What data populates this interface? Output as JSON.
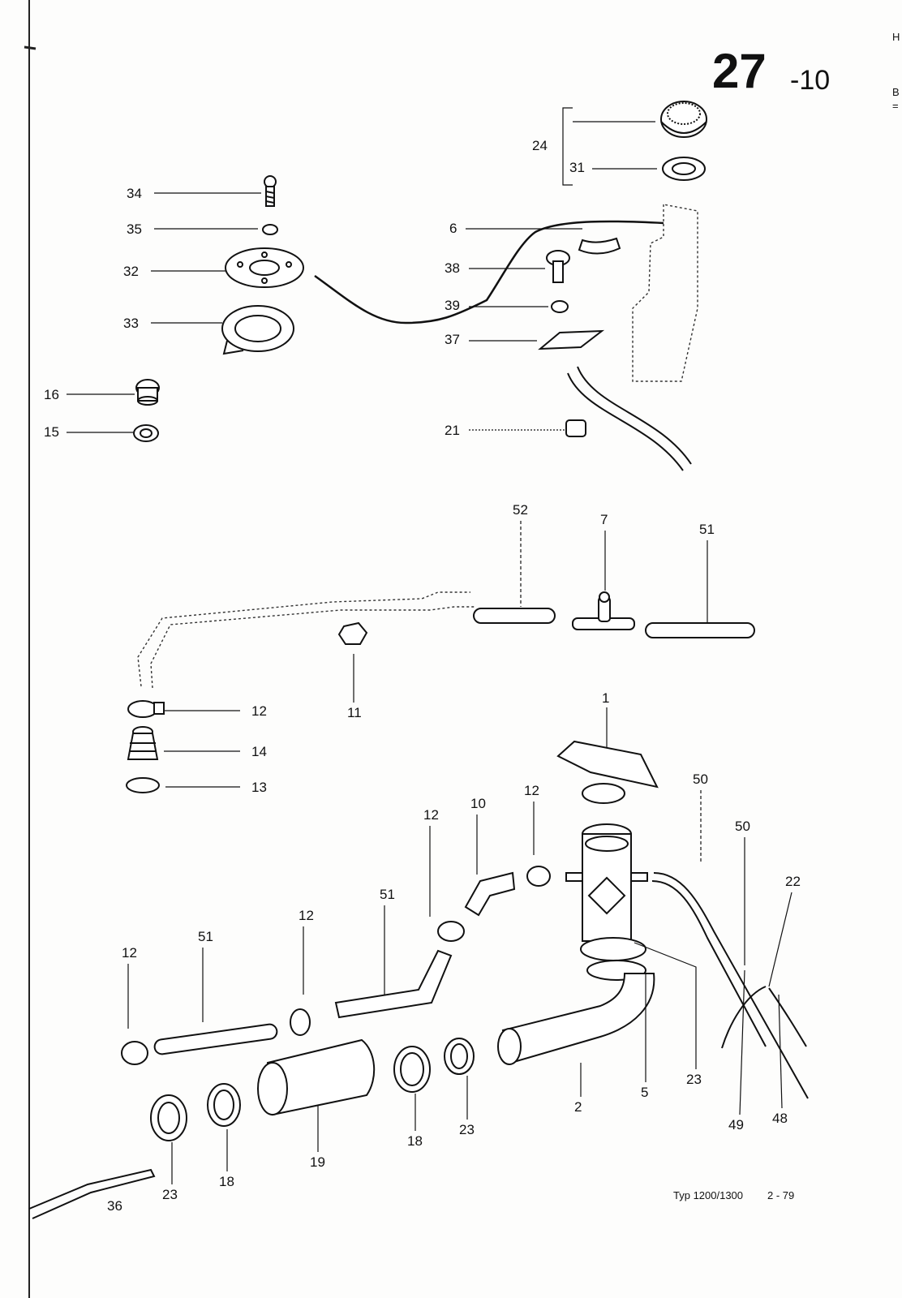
{
  "header": {
    "section_number": "27",
    "section_suffix": "-10",
    "edge_letter_top": "H",
    "edge_letter_mid": "B",
    "edge_mark": "="
  },
  "callouts": {
    "c24": "24",
    "c31": "31",
    "c34": "34",
    "c35": "35",
    "c32": "32",
    "c33": "33",
    "c16": "16",
    "c15": "15",
    "c6": "6",
    "c38": "38",
    "c39": "39",
    "c37": "37",
    "c21": "21",
    "c52": "52",
    "c7": "7",
    "c51a": "51",
    "c11": "11",
    "c12a": "12",
    "c14": "14",
    "c13": "13",
    "c1": "1",
    "c10": "10",
    "c12b": "12",
    "c12c": "12",
    "c50a": "50",
    "c50b": "50",
    "c22": "22",
    "c51b": "51",
    "c12d": "12",
    "c51c": "51",
    "c12e": "12",
    "c2": "2",
    "c5": "5",
    "c23a": "23",
    "c49": "49",
    "c48": "48",
    "c23b": "23",
    "c18a": "18",
    "c19": "19",
    "c23c": "23",
    "c18b": "18",
    "c36": "36"
  },
  "footer": {
    "model": "Typ 1200/1300",
    "date": "2 - 79"
  }
}
